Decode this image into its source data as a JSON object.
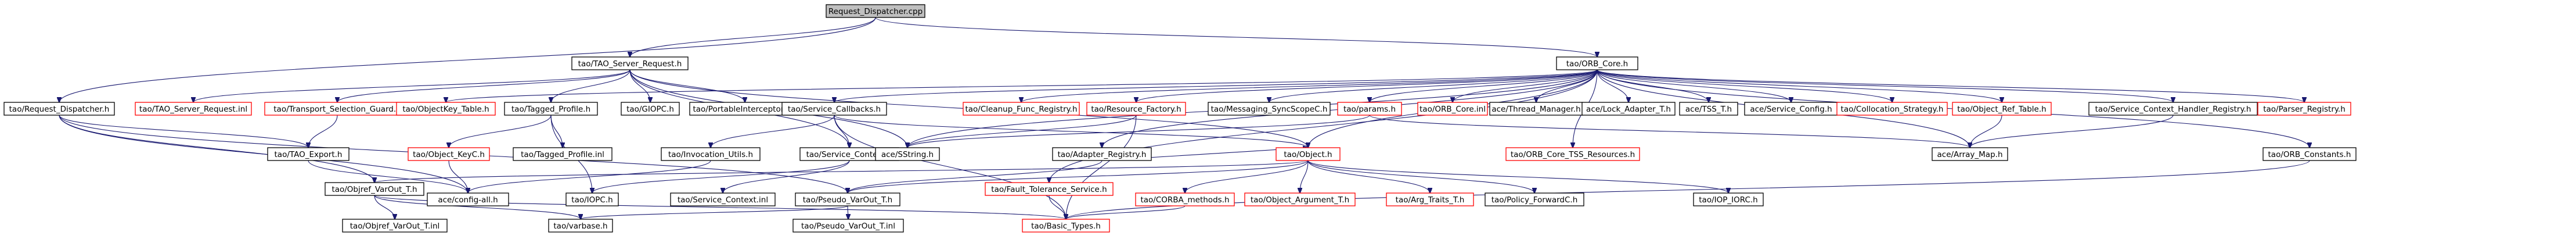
{
  "diagram": {
    "nodes": {
      "request_dispatcher_cpp": {
        "label": "Request_Dispatcher.cpp",
        "red": false,
        "root": true
      },
      "tao_server_request_h": {
        "label": "tao/TAO_Server_Request.h",
        "red": false
      },
      "tao_orb_core_h": {
        "label": "tao/ORB_Core.h",
        "red": false
      },
      "tao_request_dispatcher_h": {
        "label": "tao/Request_Dispatcher.h",
        "red": false
      },
      "tao_server_request_inl": {
        "label": "tao/TAO_Server_Request.inl",
        "red": true
      },
      "tao_transport_selection_guard_h": {
        "label": "tao/Transport_Selection_Guard.h",
        "red": true
      },
      "tao_objectkey_table_h": {
        "label": "tao/ObjectKey_Table.h",
        "red": true
      },
      "tao_tagged_profile_h": {
        "label": "tao/Tagged_Profile.h",
        "red": false
      },
      "tao_giopc_h": {
        "label": "tao/GIOPC.h",
        "red": false
      },
      "tao_portableinterceptorc_h": {
        "label": "tao/PortableInterceptorC.h",
        "red": false
      },
      "tao_service_callbacks_h": {
        "label": "tao/Service_Callbacks.h",
        "red": false
      },
      "tao_cleanup_func_registry_h": {
        "label": "tao/Cleanup_Func_Registry.h",
        "red": true
      },
      "tao_resource_factory_h": {
        "label": "tao/Resource_Factory.h",
        "red": true
      },
      "tao_messaging_syncscopec_h": {
        "label": "tao/Messaging_SyncScopeC.h",
        "red": false
      },
      "tao_params_h": {
        "label": "tao/params.h",
        "red": true
      },
      "tao_orb_core_inl": {
        "label": "tao/ORB_Core.inl",
        "red": true
      },
      "ace_thread_manager_h": {
        "label": "ace/Thread_Manager.h",
        "red": false
      },
      "ace_lock_adapter_t_h": {
        "label": "ace/Lock_Adapter_T.h",
        "red": false
      },
      "ace_tss_t_h": {
        "label": "ace/TSS_T.h",
        "red": false
      },
      "ace_service_config_h": {
        "label": "ace/Service_Config.h",
        "red": false
      },
      "tao_collocation_strategy_h": {
        "label": "tao/Collocation_Strategy.h",
        "red": true
      },
      "tao_object_ref_table_h": {
        "label": "tao/Object_Ref_Table.h",
        "red": true
      },
      "tao_service_context_handler_registry_h": {
        "label": "tao/Service_Context_Handler_Registry.h",
        "red": false
      },
      "tao_parser_registry_h": {
        "label": "tao/Parser_Registry.h",
        "red": true
      },
      "tao_tao_export_h": {
        "label": "tao/TAO_Export.h",
        "red": false
      },
      "tao_objectkey_c_h": {
        "label": "tao/Object_KeyC.h",
        "red": true
      },
      "tao_tagged_profile_inl": {
        "label": "tao/Tagged_Profile.inl",
        "red": false
      },
      "tao_service_context_h": {
        "label": "tao/Service_Context.h",
        "red": false
      },
      "tao_invocation_utils_h": {
        "label": "tao/Invocation_Utils.h",
        "red": false
      },
      "ace_sstring_h": {
        "label": "ace/SString.h",
        "red": false
      },
      "tao_adapter_registry_h": {
        "label": "tao/Adapter_Registry.h",
        "red": false
      },
      "tao_object_h": {
        "label": "tao/Object.h",
        "red": true
      },
      "tao_orb_core_tss_resources_h": {
        "label": "tao/ORB_Core_TSS_Resources.h",
        "red": true
      },
      "ace_array_map_h": {
        "label": "ace/Array_Map.h",
        "red": false
      },
      "tao_orb_constants_h": {
        "label": "tao/ORB_Constants.h",
        "red": false
      },
      "ace_config_all_h": {
        "label": "ace/config-all.h",
        "red": false
      },
      "tao_iopc_h": {
        "label": "tao/IOPC.h",
        "red": false
      },
      "tao_service_context_inl": {
        "label": "tao/Service_Context.inl",
        "red": false
      },
      "tao_pseudo_varout_t_h": {
        "label": "tao/Pseudo_VarOut_T.h",
        "red": false
      },
      "tao_objref_varout_t_h": {
        "label": "tao/Objref_VarOut_T.h",
        "red": false
      },
      "tao_fault_tolerance_service_h": {
        "label": "tao/Fault_Tolerance_Service.h",
        "red": true
      },
      "tao_corba_methods_h": {
        "label": "tao/CORBA_methods.h",
        "red": true
      },
      "tao_object_argument_t_h": {
        "label": "tao/Object_Argument_T.h",
        "red": true
      },
      "tao_arg_traits_t_h": {
        "label": "tao/Arg_Traits_T.h",
        "red": true
      },
      "tao_policy_forwardc_h": {
        "label": "tao/Policy_ForwardC.h",
        "red": false
      },
      "tao_iop_iorc_h": {
        "label": "tao/IOP_IORC.h",
        "red": false
      },
      "tao_objref_varout_t_inl": {
        "label": "tao/Objref_VarOut_T.inl",
        "red": false
      },
      "tao_varbase_h": {
        "label": "tao/varbase.h",
        "red": false
      },
      "tao_pseudo_varout_t_inl": {
        "label": "tao/Pseudo_VarOut_T.inl",
        "red": false
      },
      "tao_basic_types_h": {
        "label": "tao/Basic_Types.h",
        "red": true
      }
    },
    "edges": [
      [
        "request_dispatcher_cpp",
        "tao_server_request_h"
      ],
      [
        "request_dispatcher_cpp",
        "tao_orb_core_h"
      ],
      [
        "request_dispatcher_cpp",
        "tao_request_dispatcher_h"
      ],
      [
        "tao_request_dispatcher_h",
        "tao_tao_export_h"
      ],
      [
        "tao_request_dispatcher_h",
        "tao_objref_varout_t_h"
      ],
      [
        "tao_request_dispatcher_h",
        "tao_pseudo_varout_t_h"
      ],
      [
        "tao_request_dispatcher_h",
        "ace_config_all_h"
      ],
      [
        "tao_server_request_h",
        "tao_server_request_inl"
      ],
      [
        "tao_server_request_h",
        "tao_transport_selection_guard_h"
      ],
      [
        "tao_server_request_h",
        "tao_tagged_profile_h"
      ],
      [
        "tao_server_request_h",
        "tao_giopc_h"
      ],
      [
        "tao_server_request_h",
        "tao_portableinterceptorc_h"
      ],
      [
        "tao_server_request_h",
        "tao_service_context_h"
      ],
      [
        "tao_server_request_h",
        "ace_sstring_h"
      ],
      [
        "tao_server_request_h",
        "tao_object_h"
      ],
      [
        "tao_transport_selection_guard_h",
        "tao_tao_export_h"
      ],
      [
        "tao_tagged_profile_h",
        "tao_objectkey_c_h"
      ],
      [
        "tao_tagged_profile_h",
        "tao_tagged_profile_inl"
      ],
      [
        "tao_tagged_profile_h",
        "tao_iopc_h"
      ],
      [
        "tao_tao_export_h",
        "ace_config_all_h"
      ],
      [
        "tao_objectkey_c_h",
        "ace_config_all_h"
      ],
      [
        "tao_service_callbacks_h",
        "tao_service_context_h"
      ],
      [
        "tao_service_callbacks_h",
        "tao_invocation_utils_h"
      ],
      [
        "tao_service_callbacks_h",
        "tao_object_h"
      ],
      [
        "tao_service_callbacks_h",
        "tao_basic_types_h"
      ],
      [
        "tao_service_context_h",
        "tao_iopc_h"
      ],
      [
        "tao_service_context_h",
        "tao_service_context_inl"
      ],
      [
        "tao_invocation_utils_h",
        "ace_config_all_h"
      ],
      [
        "tao_orb_core_h",
        "tao_objectkey_table_h"
      ],
      [
        "tao_orb_core_h",
        "tao_service_callbacks_h"
      ],
      [
        "tao_orb_core_h",
        "tao_cleanup_func_registry_h"
      ],
      [
        "tao_orb_core_h",
        "tao_resource_factory_h"
      ],
      [
        "tao_orb_core_h",
        "tao_messaging_syncscopec_h"
      ],
      [
        "tao_orb_core_h",
        "tao_params_h"
      ],
      [
        "tao_orb_core_h",
        "tao_orb_core_inl"
      ],
      [
        "tao_orb_core_h",
        "ace_thread_manager_h"
      ],
      [
        "tao_orb_core_h",
        "ace_lock_adapter_t_h"
      ],
      [
        "tao_orb_core_h",
        "ace_tss_t_h"
      ],
      [
        "tao_orb_core_h",
        "ace_service_config_h"
      ],
      [
        "tao_orb_core_h",
        "tao_collocation_strategy_h"
      ],
      [
        "tao_orb_core_h",
        "tao_object_ref_table_h"
      ],
      [
        "tao_orb_core_h",
        "tao_service_context_handler_registry_h"
      ],
      [
        "tao_orb_core_h",
        "tao_parser_registry_h"
      ],
      [
        "tao_orb_core_h",
        "tao_adapter_registry_h"
      ],
      [
        "tao_orb_core_h",
        "tao_object_h"
      ],
      [
        "tao_orb_core_h",
        "tao_orb_core_tss_resources_h"
      ],
      [
        "tao_orb_core_h",
        "ace_array_map_h"
      ],
      [
        "tao_orb_core_h",
        "tao_orb_constants_h"
      ],
      [
        "tao_orb_core_h",
        "tao_fault_tolerance_service_h"
      ],
      [
        "tao_orb_core_h",
        "ace_sstring_h"
      ],
      [
        "tao_resource_factory_h",
        "ace_sstring_h"
      ],
      [
        "tao_resource_factory_h",
        "tao_basic_types_h"
      ],
      [
        "tao_params_h",
        "ace_array_map_h"
      ],
      [
        "tao_params_h",
        "ace_sstring_h"
      ],
      [
        "tao_object_ref_table_h",
        "ace_array_map_h"
      ],
      [
        "tao_service_context_handler_registry_h",
        "ace_array_map_h"
      ],
      [
        "tao_adapter_registry_h",
        "tao_pseudo_varout_t_h"
      ],
      [
        "tao_adapter_registry_h",
        "tao_object_h"
      ],
      [
        "tao_object_h",
        "tao_corba_methods_h"
      ],
      [
        "tao_object_h",
        "tao_object_argument_t_h"
      ],
      [
        "tao_object_h",
        "tao_arg_traits_t_h"
      ],
      [
        "tao_object_h",
        "tao_policy_forwardc_h"
      ],
      [
        "tao_object_h",
        "tao_iop_iorc_h"
      ],
      [
        "tao_object_h",
        "tao_pseudo_varout_t_h"
      ],
      [
        "tao_object_h",
        "tao_objref_varout_t_h"
      ],
      [
        "tao_objref_varout_t_h",
        "tao_objref_varout_t_inl"
      ],
      [
        "tao_objref_varout_t_h",
        "tao_varbase_h"
      ],
      [
        "tao_objref_varout_t_h",
        "tao_basic_types_h"
      ],
      [
        "tao_pseudo_varout_t_h",
        "tao_pseudo_varout_t_inl"
      ],
      [
        "tao_pseudo_varout_t_h",
        "tao_varbase_h"
      ],
      [
        "tao_corba_methods_h",
        "tao_basic_types_h"
      ],
      [
        "tao_fault_tolerance_service_h",
        "tao_basic_types_h"
      ],
      [
        "tao_orb_constants_h",
        "tao_basic_types_h"
      ]
    ]
  }
}
